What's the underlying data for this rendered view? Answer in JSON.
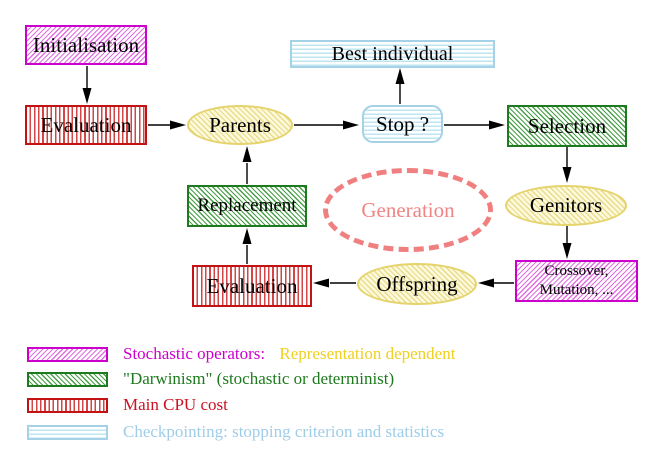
{
  "nodes": {
    "initialisation": {
      "label": "Initialisation"
    },
    "evaluation_top": {
      "label": "Evaluation"
    },
    "best_individual": {
      "label": "Best individual"
    },
    "parents": {
      "label": "Parents"
    },
    "stop": {
      "label": "Stop ?"
    },
    "selection": {
      "label": "Selection"
    },
    "replacement": {
      "label": "Replacement"
    },
    "generation": {
      "label": "Generation"
    },
    "genitors": {
      "label": "Genitors"
    },
    "crossover_mutation": {
      "line1": "Crossover,",
      "line2": "Mutation, ..."
    },
    "offspring": {
      "label": "Offspring"
    },
    "evaluation_bottom": {
      "label": "Evaluation"
    }
  },
  "legend": {
    "stochastic": {
      "label": "Stochastic operators:",
      "label2": "Representation dependent"
    },
    "darwinism": {
      "label": "\"Darwinism\" (stochastic or determinist)"
    },
    "cpu": {
      "label": "Main CPU cost"
    },
    "checkpointing": {
      "label": "Checkpointing: stopping criterion and statistics"
    }
  },
  "colors": {
    "magenta_border": "#cc00cc",
    "green_border": "#1e7a1e",
    "red_border": "#c41111",
    "cyan_border": "#a5d2e6",
    "yellow_node_border": "#e5d36e",
    "coral_generation": "#f08080",
    "legend_gold_text": "#f0d020",
    "legend_red_text": "#cc1122",
    "legend_blue_text": "#9fcde8",
    "node_text": "#000000"
  }
}
